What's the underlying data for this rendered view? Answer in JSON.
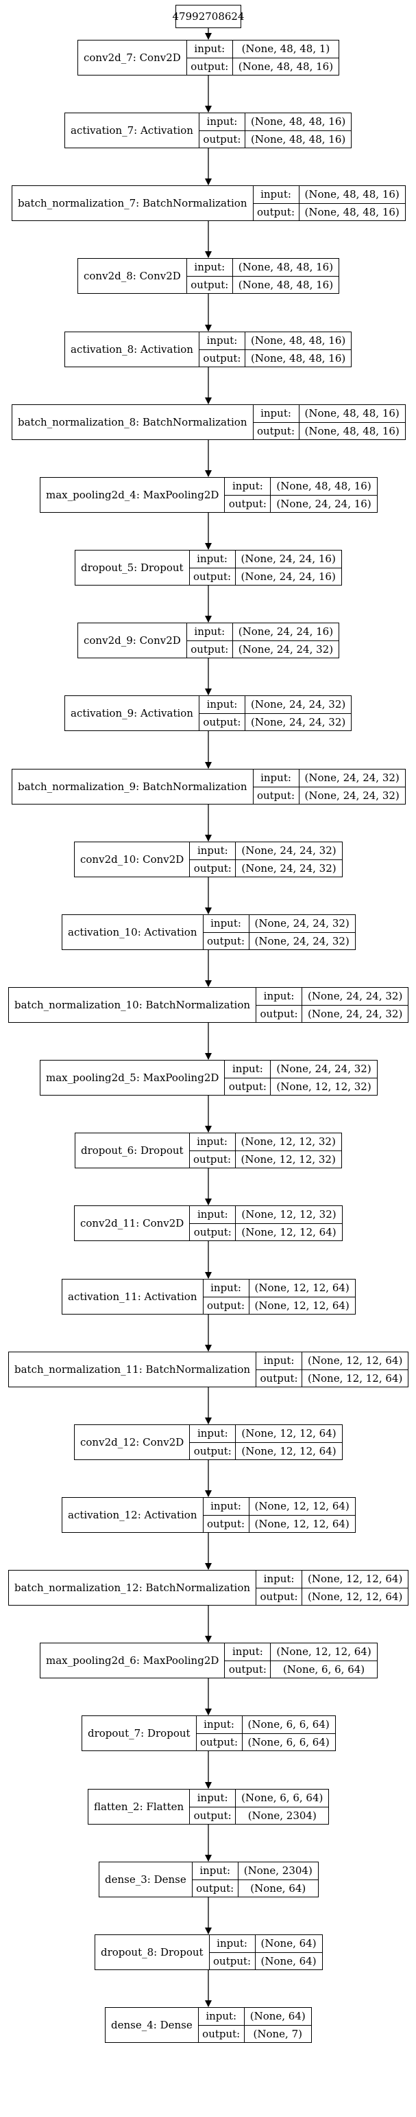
{
  "root": {
    "label": "47992708624"
  },
  "io_labels": {
    "input": "input:",
    "output": "output:"
  },
  "layers": [
    {
      "name": "conv2d_7: Conv2D",
      "input": "(None, 48, 48, 1)",
      "output": "(None, 48, 48, 16)"
    },
    {
      "name": "activation_7: Activation",
      "input": "(None, 48, 48, 16)",
      "output": "(None, 48, 48, 16)"
    },
    {
      "name": "batch_normalization_7: BatchNormalization",
      "input": "(None, 48, 48, 16)",
      "output": "(None, 48, 48, 16)"
    },
    {
      "name": "conv2d_8: Conv2D",
      "input": "(None, 48, 48, 16)",
      "output": "(None, 48, 48, 16)"
    },
    {
      "name": "activation_8: Activation",
      "input": "(None, 48, 48, 16)",
      "output": "(None, 48, 48, 16)"
    },
    {
      "name": "batch_normalization_8: BatchNormalization",
      "input": "(None, 48, 48, 16)",
      "output": "(None, 48, 48, 16)"
    },
    {
      "name": "max_pooling2d_4: MaxPooling2D",
      "input": "(None, 48, 48, 16)",
      "output": "(None, 24, 24, 16)"
    },
    {
      "name": "dropout_5: Dropout",
      "input": "(None, 24, 24, 16)",
      "output": "(None, 24, 24, 16)"
    },
    {
      "name": "conv2d_9: Conv2D",
      "input": "(None, 24, 24, 16)",
      "output": "(None, 24, 24, 32)"
    },
    {
      "name": "activation_9: Activation",
      "input": "(None, 24, 24, 32)",
      "output": "(None, 24, 24, 32)"
    },
    {
      "name": "batch_normalization_9: BatchNormalization",
      "input": "(None, 24, 24, 32)",
      "output": "(None, 24, 24, 32)"
    },
    {
      "name": "conv2d_10: Conv2D",
      "input": "(None, 24, 24, 32)",
      "output": "(None, 24, 24, 32)"
    },
    {
      "name": "activation_10: Activation",
      "input": "(None, 24, 24, 32)",
      "output": "(None, 24, 24, 32)"
    },
    {
      "name": "batch_normalization_10: BatchNormalization",
      "input": "(None, 24, 24, 32)",
      "output": "(None, 24, 24, 32)"
    },
    {
      "name": "max_pooling2d_5: MaxPooling2D",
      "input": "(None, 24, 24, 32)",
      "output": "(None, 12, 12, 32)"
    },
    {
      "name": "dropout_6: Dropout",
      "input": "(None, 12, 12, 32)",
      "output": "(None, 12, 12, 32)"
    },
    {
      "name": "conv2d_11: Conv2D",
      "input": "(None, 12, 12, 32)",
      "output": "(None, 12, 12, 64)"
    },
    {
      "name": "activation_11: Activation",
      "input": "(None, 12, 12, 64)",
      "output": "(None, 12, 12, 64)"
    },
    {
      "name": "batch_normalization_11: BatchNormalization",
      "input": "(None, 12, 12, 64)",
      "output": "(None, 12, 12, 64)"
    },
    {
      "name": "conv2d_12: Conv2D",
      "input": "(None, 12, 12, 64)",
      "output": "(None, 12, 12, 64)"
    },
    {
      "name": "activation_12: Activation",
      "input": "(None, 12, 12, 64)",
      "output": "(None, 12, 12, 64)"
    },
    {
      "name": "batch_normalization_12: BatchNormalization",
      "input": "(None, 12, 12, 64)",
      "output": "(None, 12, 12, 64)"
    },
    {
      "name": "max_pooling2d_6: MaxPooling2D",
      "input": "(None, 12, 12, 64)",
      "output": "(None, 6, 6, 64)"
    },
    {
      "name": "dropout_7: Dropout",
      "input": "(None, 6, 6, 64)",
      "output": "(None, 6, 6, 64)"
    },
    {
      "name": "flatten_2: Flatten",
      "input": "(None, 6, 6, 64)",
      "output": "(None, 2304)"
    },
    {
      "name": "dense_3: Dense",
      "input": "(None, 2304)",
      "output": "(None, 64)"
    },
    {
      "name": "dropout_8: Dropout",
      "input": "(None, 64)",
      "output": "(None, 64)"
    },
    {
      "name": "dense_4: Dense",
      "input": "(None, 64)",
      "output": "(None, 7)"
    }
  ]
}
